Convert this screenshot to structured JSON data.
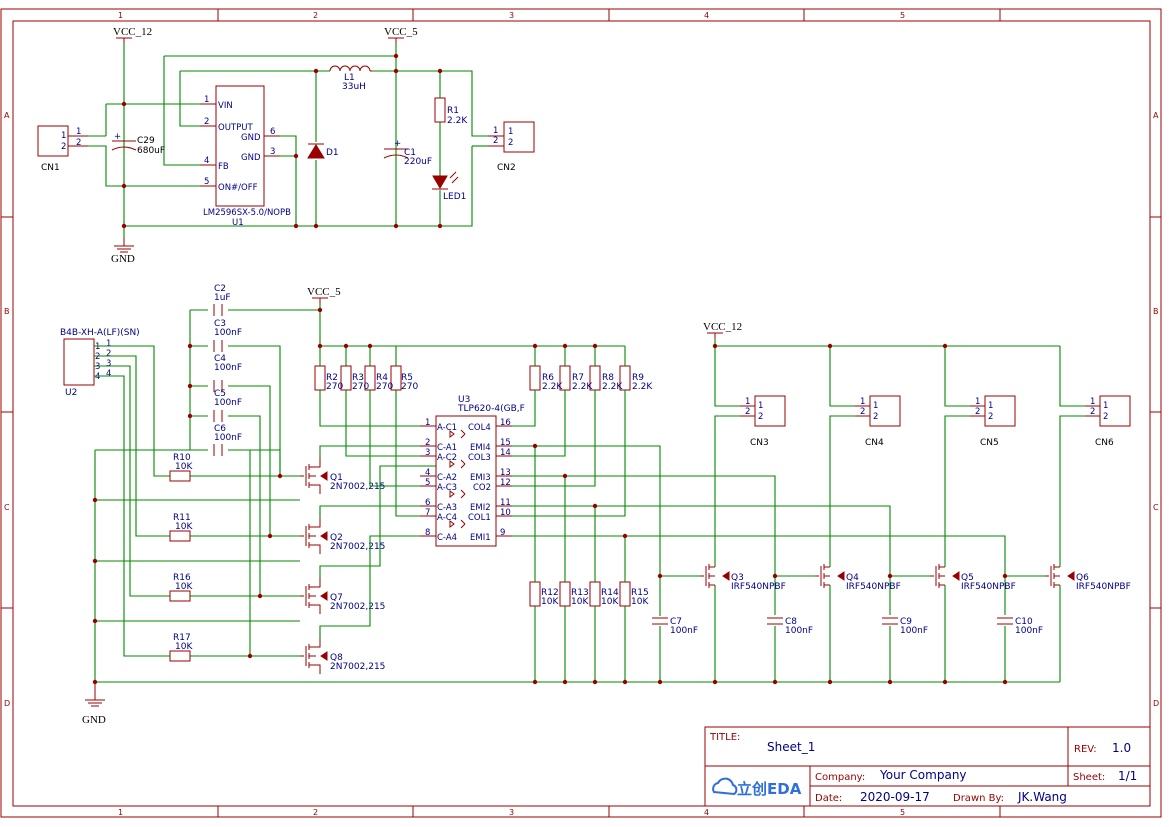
{
  "frame": {
    "cols": [
      "1",
      "2",
      "3",
      "4",
      "5"
    ],
    "rows": [
      "A",
      "B",
      "C",
      "D"
    ]
  },
  "power": {
    "vcc12_a": "VCC_12",
    "vcc5_a": "VCC_5",
    "gnd_a": "GND",
    "vcc5_b": "VCC_5",
    "vcc12_b": "VCC_12",
    "gnd_b": "GND"
  },
  "u1": {
    "part": "LM2596SX-5.0/NOPB",
    "ref": "U1",
    "pins": [
      {
        "num": "1",
        "name": "VIN"
      },
      {
        "num": "2",
        "name": "OUTPUT"
      },
      {
        "num": "4",
        "name": "FB"
      },
      {
        "num": "5",
        "name": "ON#/OFF"
      },
      {
        "num": "6",
        "name": "GND"
      },
      {
        "num": "3",
        "name": "GND"
      }
    ]
  },
  "cn1": {
    "ref": "CN1",
    "p1": "1",
    "p2": "2"
  },
  "cn2": {
    "ref": "CN2",
    "p1": "1",
    "p2": "2"
  },
  "c29": {
    "ref": "C29",
    "val": "680uF"
  },
  "l1": {
    "ref": "L1",
    "val": "33uH"
  },
  "d1": {
    "ref": "D1"
  },
  "c1": {
    "ref": "C1",
    "val": "220uF"
  },
  "r1": {
    "ref": "R1",
    "val": "2.2K"
  },
  "led1": {
    "ref": "LED1"
  },
  "u2": {
    "ref": "U2",
    "part": "B4B-XH-A(LF)(SN)",
    "pins": [
      "1",
      "2",
      "3",
      "4"
    ]
  },
  "caps_left": [
    {
      "ref": "C2",
      "val": "1uF"
    },
    {
      "ref": "C3",
      "val": "100nF"
    },
    {
      "ref": "C4",
      "val": "100nF"
    },
    {
      "ref": "C5",
      "val": "100nF"
    },
    {
      "ref": "C6",
      "val": "100nF"
    }
  ],
  "res_top": [
    {
      "ref": "R2",
      "val": "270"
    },
    {
      "ref": "R3",
      "val": "270"
    },
    {
      "ref": "R4",
      "val": "270"
    },
    {
      "ref": "R5",
      "val": "270"
    }
  ],
  "res_top_right": [
    {
      "ref": "R6",
      "val": "2.2K"
    },
    {
      "ref": "R7",
      "val": "2.2K"
    },
    {
      "ref": "R8",
      "val": "2.2K"
    },
    {
      "ref": "R9",
      "val": "2.2K"
    }
  ],
  "res_gate": [
    {
      "ref": "R10",
      "val": "10K"
    },
    {
      "ref": "R11",
      "val": "10K"
    },
    {
      "ref": "R16",
      "val": "10K"
    },
    {
      "ref": "R17",
      "val": "10K"
    }
  ],
  "nmos_small": [
    {
      "ref": "Q1",
      "part": "2N7002,215"
    },
    {
      "ref": "Q2",
      "part": "2N7002,215"
    },
    {
      "ref": "Q7",
      "part": "2N7002,215"
    },
    {
      "ref": "Q8",
      "part": "2N7002,215"
    }
  ],
  "u3": {
    "ref": "U3",
    "part": "TLP620-4(GB,F",
    "left_pins": [
      {
        "num": "1",
        "name": "A-C1"
      },
      {
        "num": "2",
        "name": "C-A1"
      },
      {
        "num": "3",
        "name": "A-C2"
      },
      {
        "num": "4",
        "name": "C-A2"
      },
      {
        "num": "5",
        "name": "A-C3"
      },
      {
        "num": "6",
        "name": "C-A3"
      },
      {
        "num": "7",
        "name": "A-C4"
      },
      {
        "num": "8",
        "name": "C-A4"
      }
    ],
    "right_pins": [
      {
        "num": "16",
        "name": "COL4"
      },
      {
        "num": "15",
        "name": "EMI4"
      },
      {
        "num": "14",
        "name": "COL3"
      },
      {
        "num": "13",
        "name": "EMI3"
      },
      {
        "num": "12",
        "name": "CO2"
      },
      {
        "num": "11",
        "name": "EMI2"
      },
      {
        "num": "10",
        "name": "COL1"
      },
      {
        "num": "9",
        "name": "EMI1"
      }
    ]
  },
  "res_bottom": [
    {
      "ref": "R12",
      "val": "10K"
    },
    {
      "ref": "R13",
      "val": "10K"
    },
    {
      "ref": "R14",
      "val": "10K"
    },
    {
      "ref": "R15",
      "val": "10K"
    }
  ],
  "mosfets": [
    {
      "ref": "Q3",
      "part": "IRF540NPBF"
    },
    {
      "ref": "Q4",
      "part": "IRF540NPBF"
    },
    {
      "ref": "Q5",
      "part": "IRF540NPBF"
    },
    {
      "ref": "Q6",
      "part": "IRF540NPBF"
    }
  ],
  "caps_bottom": [
    {
      "ref": "C7",
      "val": "100nF"
    },
    {
      "ref": "C8",
      "val": "100nF"
    },
    {
      "ref": "C9",
      "val": "100nF"
    },
    {
      "ref": "C10",
      "val": "100nF"
    }
  ],
  "out_connectors": [
    {
      "ref": "CN3",
      "p1": "1",
      "p2": "2"
    },
    {
      "ref": "CN4",
      "p1": "1",
      "p2": "2"
    },
    {
      "ref": "CN5",
      "p1": "1",
      "p2": "2"
    },
    {
      "ref": "CN6",
      "p1": "1",
      "p2": "2"
    }
  ],
  "title_block": {
    "title_label": "TITLE:",
    "title": "Sheet_1",
    "rev_label": "REV:",
    "rev": "1.0",
    "company_label": "Company:",
    "company": "Your Company",
    "sheet_label": "Sheet:",
    "sheet": "1/1",
    "date_label": "Date:",
    "date": "2020-09-17",
    "drawn_label": "Drawn By:",
    "drawn": "JK.Wang",
    "logo": "立创EDA"
  },
  "colors": {
    "frame": "#990000",
    "wire": "#008800",
    "text": "#000088",
    "logo": "#2f6fdc"
  }
}
